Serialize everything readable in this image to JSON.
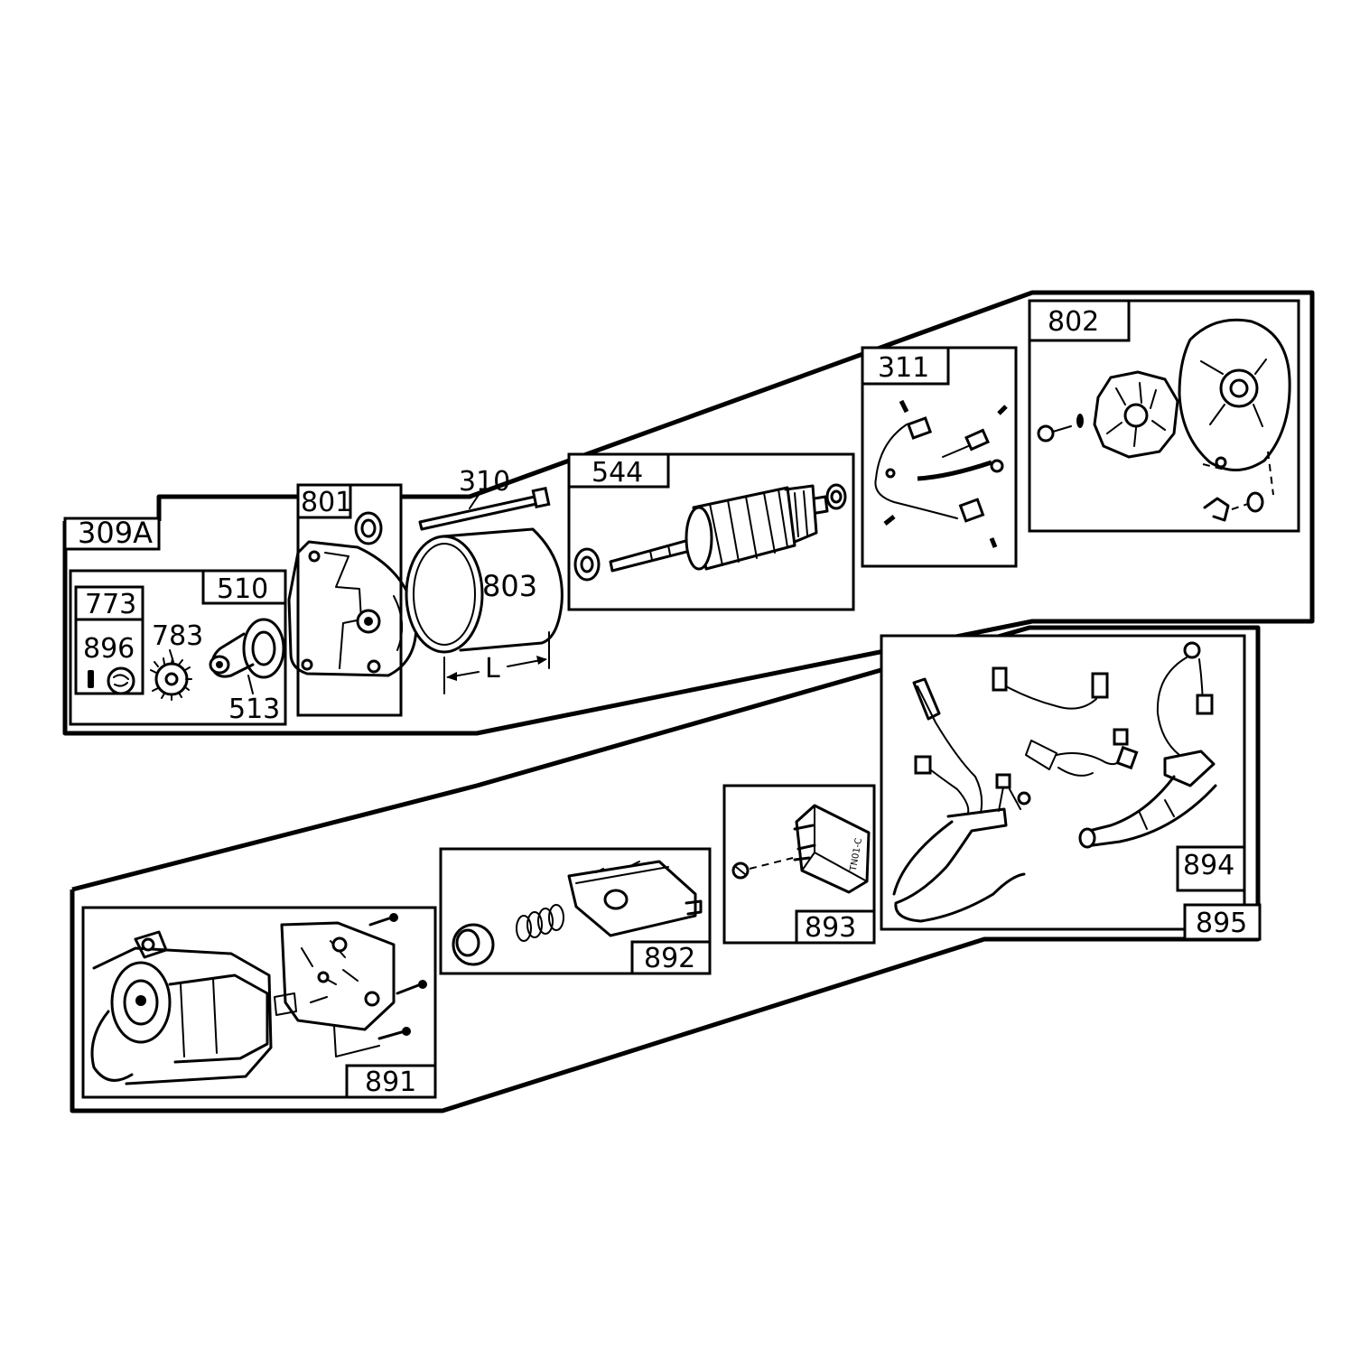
{
  "diagram": {
    "group_upper": {
      "kit_label": "309A",
      "parts": {
        "p773": "773",
        "p896": "896",
        "p783": "783",
        "p510": "510",
        "p513": "513",
        "p801": "801",
        "p310": "310",
        "p803": "803",
        "dim_L": "L",
        "p544": "544",
        "p311": "311",
        "p802": "802"
      }
    },
    "group_lower": {
      "parts": {
        "p891": "891",
        "p892": "892",
        "p893": "893",
        "p894": "894",
        "p895": "895"
      },
      "stamp_text": "TN01-C"
    }
  }
}
